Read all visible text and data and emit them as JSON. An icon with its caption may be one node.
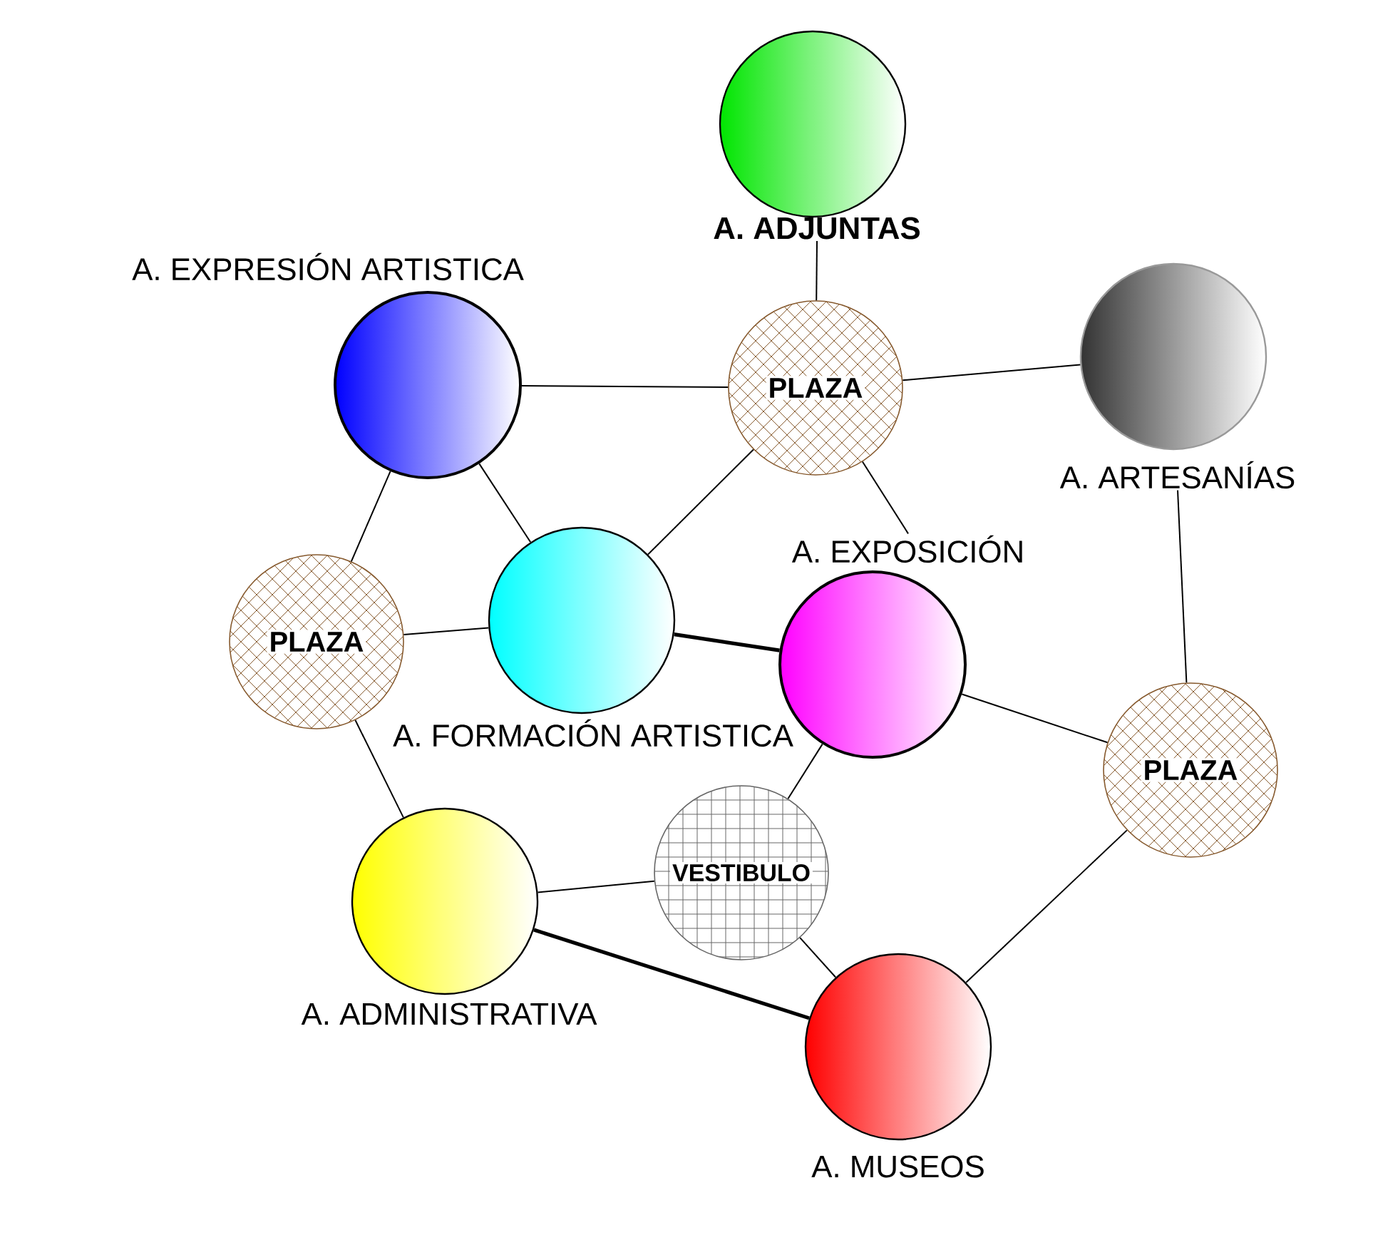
{
  "diagram": {
    "nodes": [
      {
        "text": [
          "A. ADJUNTAS"
        ]
      },
      {
        "text": [
          "A. EXPRESIÓN ARTISTICA"
        ]
      },
      {
        "text": [
          "PLAZA"
        ]
      },
      {
        "text": [
          "A. ARTESANÍAS"
        ]
      },
      {
        "text": [
          "PLAZA"
        ]
      },
      {
        "text": [
          "A. FORMACIÓN ARTISTICA"
        ]
      },
      {
        "text": [
          "A. EXPOSICIÓN"
        ]
      },
      {
        "text": [
          "PLAZA"
        ]
      },
      {
        "text": [
          "A. ADMINISTRATIVA"
        ]
      },
      {
        "text": [
          "VESTIBULO"
        ]
      },
      {
        "text": [
          "A. MUSEOS"
        ]
      }
    ],
    "edges": [
      {
        "from": 0,
        "to": 2,
        "arrow": "none"
      },
      {
        "from": 1,
        "to": 2,
        "arrow": "none"
      },
      {
        "from": 2,
        "to": 3,
        "arrow": "none"
      },
      {
        "from": 1,
        "to": 4,
        "arrow": "none"
      },
      {
        "from": 1,
        "to": 5,
        "arrow": "none"
      },
      {
        "from": 2,
        "to": 5,
        "arrow": "none"
      },
      {
        "from": 2,
        "to": 6,
        "arrow": "none"
      },
      {
        "from": 3,
        "to": 7,
        "arrow": "none"
      },
      {
        "from": 4,
        "to": 5,
        "arrow": "none"
      },
      {
        "from": 5,
        "to": 6,
        "arrow": "none",
        "style": "thick"
      },
      {
        "from": 6,
        "to": 7,
        "arrow": "none"
      },
      {
        "from": 4,
        "to": 8,
        "arrow": "none"
      },
      {
        "from": 6,
        "to": 9,
        "arrow": "none"
      },
      {
        "from": 8,
        "to": 9,
        "arrow": "none"
      },
      {
        "from": 8,
        "to": 10,
        "arrow": "none",
        "style": "thick"
      },
      {
        "from": 9,
        "to": 10,
        "arrow": "none"
      },
      {
        "from": 7,
        "to": 10,
        "arrow": "none"
      }
    ]
  }
}
